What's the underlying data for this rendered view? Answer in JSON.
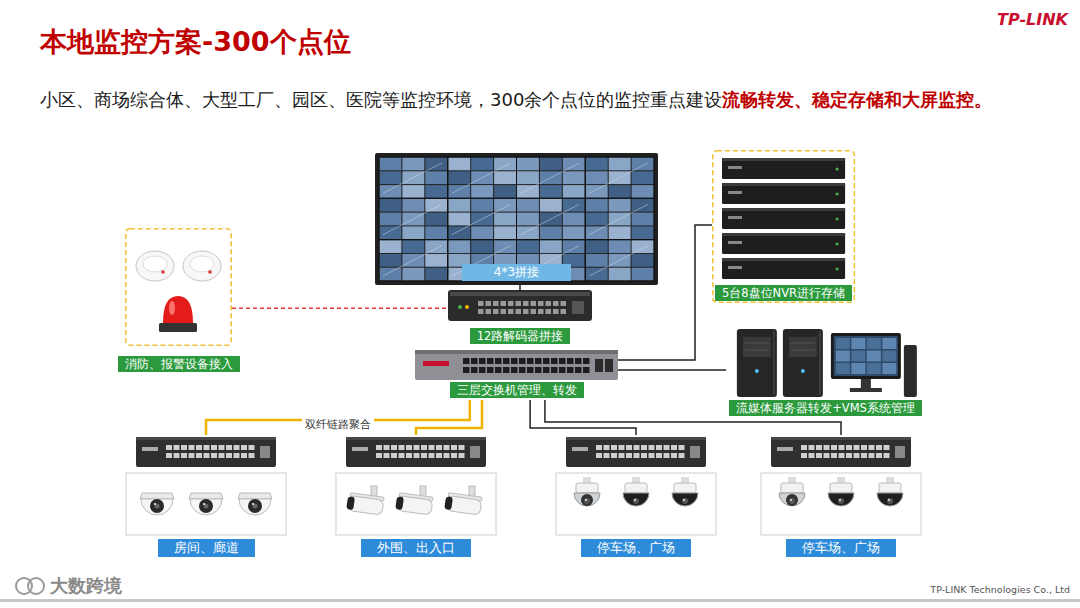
{
  "diagram": {
    "title": "本地监控方案-300个点位",
    "nodes": [
      {
        "text": [
          "4*3拼接"
        ]
      },
      {
        "text": [
          "12路解码器拼接"
        ]
      },
      {
        "text": [
          "消防、报警设备接入"
        ]
      },
      {
        "text": [
          "5台8盘位NVR进行存储"
        ]
      },
      {
        "text": [
          "三层交换机管理、转发"
        ]
      },
      {
        "text": [
          "流媒体服务器转发+VMS系统管理"
        ]
      },
      {
        "text": [
          "房间、廊道"
        ]
      },
      {
        "text": [
          "外围、出入口"
        ]
      },
      {
        "text": [
          "停车场、广场"
        ]
      },
      {
        "text": [
          "停车场、广场"
        ]
      }
    ],
    "edges": [
      {
        "from": 1,
        "to": 0,
        "arrow": "none"
      },
      {
        "from": 2,
        "to": 1,
        "arrow": "none"
      },
      {
        "from": 4,
        "to": 3,
        "arrow": "none"
      },
      {
        "from": 4,
        "to": 5,
        "arrow": "none"
      },
      {
        "from": 4,
        "to": 6,
        "arrow": "none",
        "label": "双纤链路聚合"
      },
      {
        "from": 4,
        "to": 7,
        "arrow": "none"
      },
      {
        "from": 4,
        "to": 8,
        "arrow": "none"
      },
      {
        "from": 4,
        "to": 9,
        "arrow": "none"
      }
    ],
    "labels": [
      "TP-LINK",
      "小区、商场综合体、大型工厂、园区、医院等监控环境，300余个点位的监控重点建设",
      "流畅转发、稳定存储和大屏监控。",
      "大数跨境",
      "TP-LINK Technologies Co., Ltd"
    ]
  }
}
